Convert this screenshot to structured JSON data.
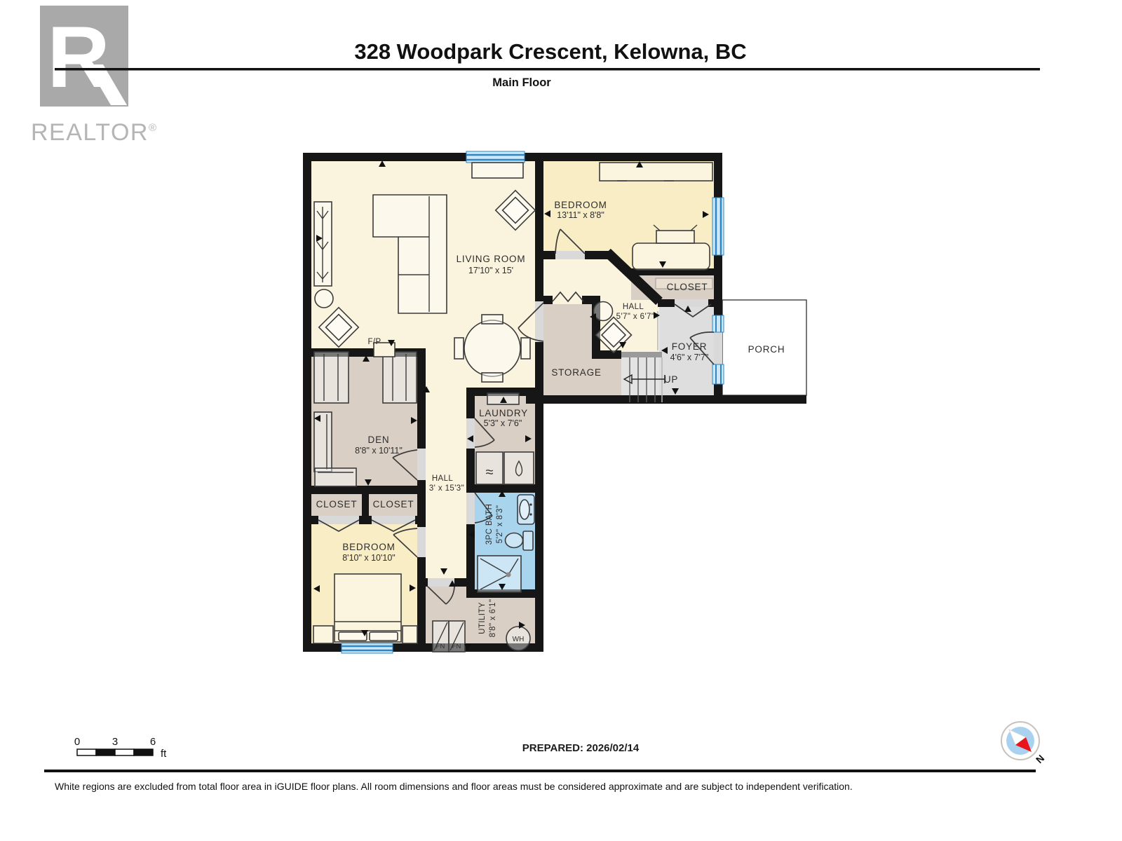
{
  "header": {
    "title": "328 Woodpark Crescent, Kelowna, BC",
    "subtitle": "Main Floor",
    "logo": {
      "text": "REALTOR",
      "reg": "®",
      "letter": "R"
    }
  },
  "rooms": {
    "living": {
      "name": "LIVING ROOM",
      "dims": "17'10\" x 15'"
    },
    "bedroom_upper": {
      "name": "BEDROOM",
      "dims": "13'11\" x 8'8\""
    },
    "closet_entry": {
      "name": "CLOSET"
    },
    "hall_upper": {
      "name": "HALL",
      "dims": "5'7\" x 6'7\""
    },
    "foyer": {
      "name": "FOYER",
      "dims": "4'6\" x 7'7\""
    },
    "porch": {
      "name": "PORCH"
    },
    "storage": {
      "name": "STORAGE"
    },
    "stairs_label": "UP",
    "den": {
      "name": "DEN",
      "dims": "8'8\" x 10'11\""
    },
    "hall_lower": {
      "name": "HALL",
      "dims": "3' x 15'3\""
    },
    "laundry": {
      "name": "LAUNDRY",
      "dims": "5'3\" x 7'6\""
    },
    "closet_den_left": {
      "name": "CLOSET"
    },
    "closet_den_right": {
      "name": "CLOSET"
    },
    "bedroom_lower": {
      "name": "BEDROOM",
      "dims": "8'10\" x 10'10\""
    },
    "bath": {
      "name": "3PC BATH",
      "dims": "5'2\" x 8'3\""
    },
    "utility": {
      "name": "UTILITY",
      "dims": "8'8\" x 6'1\""
    },
    "fireplace_label": "F/P",
    "furnace_left": "FN",
    "furnace_right": "FN",
    "water_heater": "WH"
  },
  "scale_bar": {
    "ticks": [
      "0",
      "3",
      "6"
    ],
    "unit": "ft"
  },
  "footer": {
    "prepared": "PREPARED: 2026/02/14",
    "disclaimer": "White regions are excluded from total floor area in iGUIDE floor plans. All room dimensions and floor areas must be considered approximate and are subject to independent verification.",
    "compass_north": "N"
  },
  "colors": {
    "floor_cream": "#faf3dd",
    "floor_yellow": "#f9edc6",
    "floor_tan": "#d9cfc4",
    "floor_gray": "#dedede",
    "floor_bath_blue": "#a9d4ee",
    "window_blue": "#2e86c4",
    "wall_black": "#161616"
  }
}
